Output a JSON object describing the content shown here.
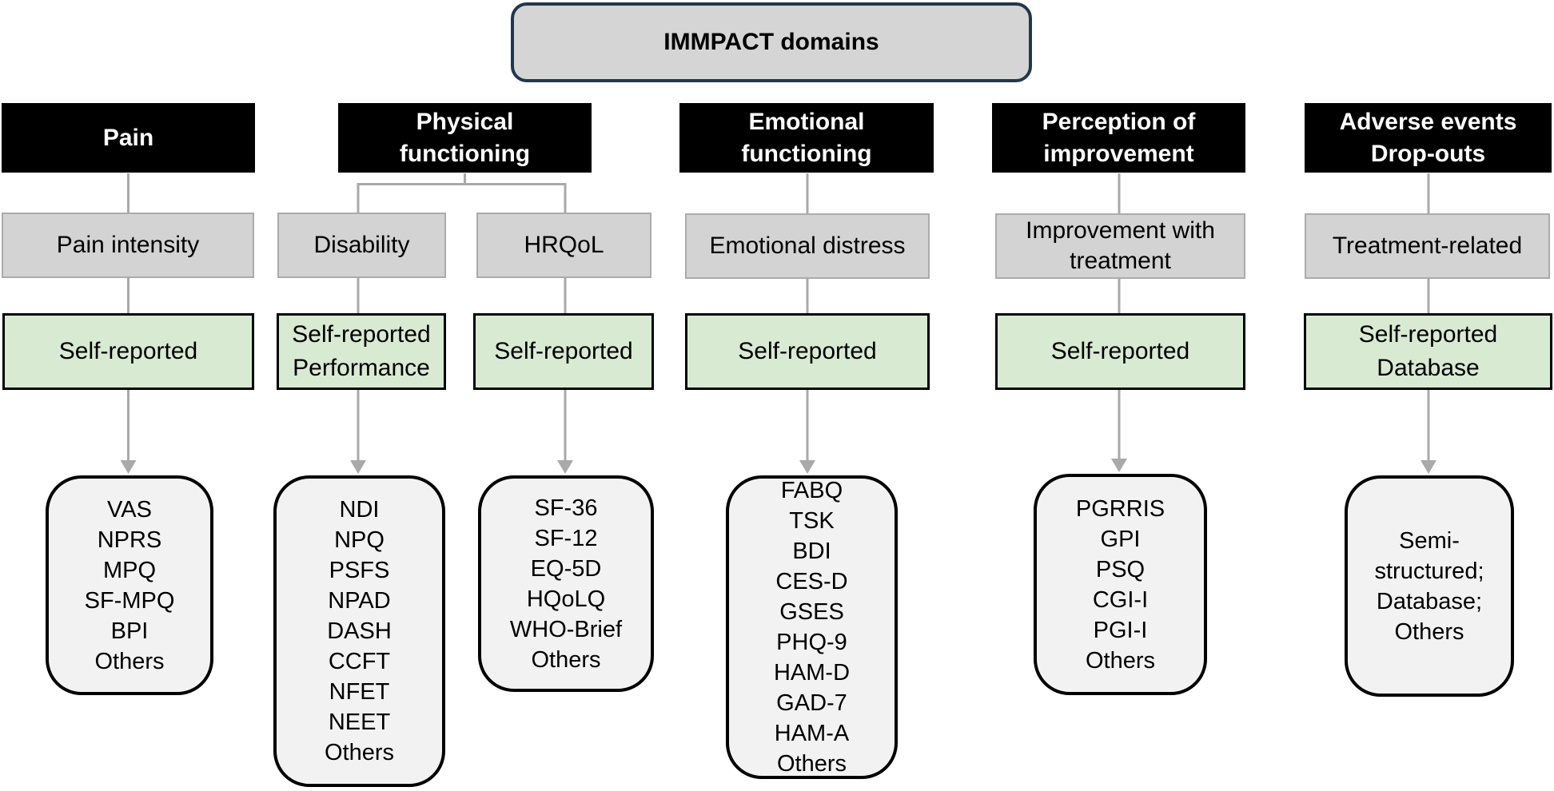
{
  "figure": {
    "title": "IMMPACT domains"
  },
  "colors": {
    "header_bg": "#000000",
    "header_text": "#ffffff",
    "category_bg": "#d3d3d3",
    "method_bg": "#d9ead3",
    "leaf_bg": "#f2f2f2",
    "title_bg": "#d5d5d5",
    "title_border": "#21374b",
    "connector": "#a9a9a9"
  },
  "columns": [
    {
      "header": "Pain",
      "branches": [
        {
          "category": "Pain intensity",
          "method": "Self-reported",
          "instruments": [
            "VAS",
            "NPRS",
            "MPQ",
            "SF-MPQ",
            "BPI",
            "Others"
          ]
        }
      ]
    },
    {
      "header": "Physical\nfunctioning",
      "branches": [
        {
          "category": "Disability",
          "method": "Self-reported\nPerformance",
          "instruments": [
            "NDI",
            "NPQ",
            "PSFS",
            "NPAD",
            "DASH",
            "CCFT",
            "NFET",
            "NEET",
            "Others"
          ]
        },
        {
          "category": "HRQoL",
          "method": "Self-reported",
          "instruments": [
            "SF-36",
            "SF-12",
            "EQ-5D",
            "HQoLQ",
            "WHO-Brief",
            "Others"
          ]
        }
      ]
    },
    {
      "header": "Emotional\nfunctioning",
      "branches": [
        {
          "category": "Emotional distress",
          "method": "Self-reported",
          "instruments": [
            "FABQ",
            "TSK",
            "BDI",
            "CES-D",
            "GSES",
            "PHQ-9",
            "HAM-D",
            "GAD-7",
            "HAM-A",
            "Others"
          ]
        }
      ]
    },
    {
      "header": "Perception of\nimprovement",
      "branches": [
        {
          "category": "Improvement with\ntreatment",
          "method": "Self-reported",
          "instruments": [
            "PGRRIS",
            "GPI",
            "PSQ",
            "CGI-I",
            "PGI-I",
            "Others"
          ]
        }
      ]
    },
    {
      "header": "Adverse events\nDrop-outs",
      "branches": [
        {
          "category": "Treatment-related",
          "method": "Self-reported\nDatabase",
          "instruments": [
            "Semi-structured;",
            "Database;",
            "Others"
          ]
        }
      ]
    }
  ]
}
